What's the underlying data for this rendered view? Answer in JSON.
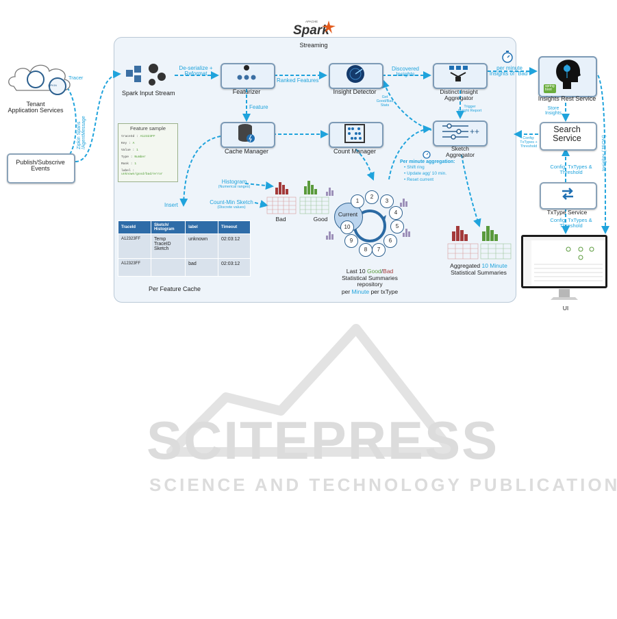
{
  "spark": {
    "brand": "Spark",
    "apache": "APACHE",
    "subtitle": "Streaming"
  },
  "nodes": {
    "tenant": "Tenant\nApplication Services",
    "publish": "Publish/Subscrive\nEvents",
    "spark_input": "Spark Input Stream",
    "featurizer": "Featurizer",
    "insight_detector": "Insight Detector",
    "distinct_aggregator": "Distinct Insight\nAggregator",
    "insights_rest": "Insights Rest Service",
    "cache_manager": "Cache Manager",
    "count_manager": "Count Manager",
    "sketch_aggregator": "Sketch\nAggregator",
    "search_service": "Search\nService",
    "txtype_service": "TxType Service",
    "ui": "UI",
    "spring_boot": "spring\nboot",
    "zipkin": "ZIPKIN"
  },
  "edges": {
    "tracer": "Tracer",
    "zipkin_spans": "Zipkin Spans\n/AgentMessage",
    "deserialize": "De-serialize +\nReformat",
    "ranked_features": "Ranked Features",
    "discovered_insights": "Discovered\nInsights",
    "per_minute_bad": "per minute\nInsights of \"Bad\"",
    "feature": "Feature",
    "get_good_bad": "Get\nGood/Bad\nStats",
    "trigger_report": "Trigger\nInsight Report",
    "store_insights": "Store\nInsights",
    "config_threshold_small": "Config:\nTxTypes +\nThreshold",
    "config_txtypes_1": "Config: TxTypes &\nThreshold",
    "config_txtypes_2": "Config: TxTypes &\nThreshold",
    "insights_json": "Insights (JSON)",
    "insert": "Insert",
    "histogram": "Histogram",
    "histogram_sub": "(Numerical ranges)",
    "countmin": "Count-Min Sketch",
    "countmin_sub": "(Discrete values)"
  },
  "aggregation": {
    "title": "Per minute aggregation:",
    "items": [
      "Shift ring",
      "Update agg' 10 min.",
      "Reset current"
    ]
  },
  "feature_sample": {
    "title": "Feature sample",
    "rows": [
      {
        "k": "traceId",
        "v": "A12323FF"
      },
      {
        "k": "Key",
        "v": "A"
      },
      {
        "k": "Value",
        "v": "1"
      },
      {
        "k": "Type",
        "v": "Number"
      },
      {
        "k": "Rank",
        "v": "1"
      },
      {
        "k": "label",
        "v": "unknown/good/bad/error"
      }
    ]
  },
  "cache_table": {
    "headers": [
      "TraceId",
      "Sketch/\nHistogram",
      "label",
      "Timeout"
    ],
    "rows": [
      [
        "A12323FF",
        "Temp\nTraceID\nSketch",
        "unknown",
        "02:03:12"
      ],
      [
        "A12323FF",
        "",
        "bad",
        "02:03:12"
      ]
    ],
    "caption": "Per Feature Cache"
  },
  "ring": {
    "current": "Current",
    "numbers": [
      "1",
      "2",
      "3",
      "4",
      "5",
      "6",
      "7",
      "8",
      "9",
      "10"
    ],
    "caption_line1": "Last 10",
    "good": "Good",
    "slash": "/",
    "bad": "Bad",
    "caption_line2": "Statistical Summaries\nrepository",
    "caption_line3a": "per",
    "caption_line3b": "Minute",
    "caption_line3c": "per txType"
  },
  "sketch_labels": {
    "bad": "Bad",
    "good": "Good"
  },
  "aggregated": {
    "line1a": "Aggregated",
    "line1b": "10 Minute",
    "line2": "Statistical Summaries"
  },
  "watermark": {
    "line1": "SCITEPRESS",
    "line2": "SCIENCE AND TECHNOLOGY PUBLICATIONS"
  },
  "colors": {
    "accent": "#1fa3dc",
    "bad": "#a33a3a",
    "good": "#5a9a3c",
    "box_border": "#7c9ab6"
  }
}
